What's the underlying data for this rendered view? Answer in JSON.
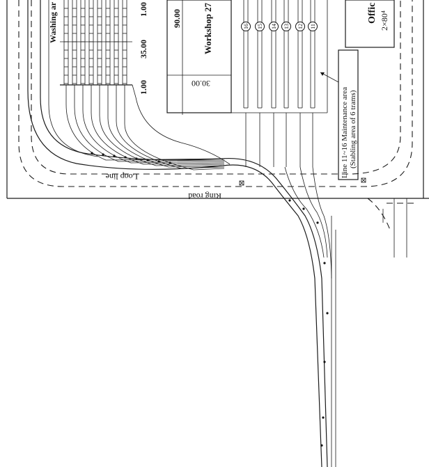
{
  "labels": {
    "washing": "Washing ar",
    "dim_100_top": "1.00",
    "dim_35": "35.00",
    "dim_100_bottom": "1.00",
    "dim_90": "90.00",
    "workshop": "Workshop 27",
    "dim_30": "30.00",
    "maintenance_line1": "Line 11~16 Maintenance area",
    "maintenance_line2": "(Stabling area of 6 trams)",
    "office_line1": "Offic",
    "office_line2": "2×80⁴",
    "loop_line": "Loop line",
    "ring_road": "Ring road"
  },
  "track_numbers": [
    "16",
    "15",
    "14",
    "13",
    "12",
    "11"
  ]
}
